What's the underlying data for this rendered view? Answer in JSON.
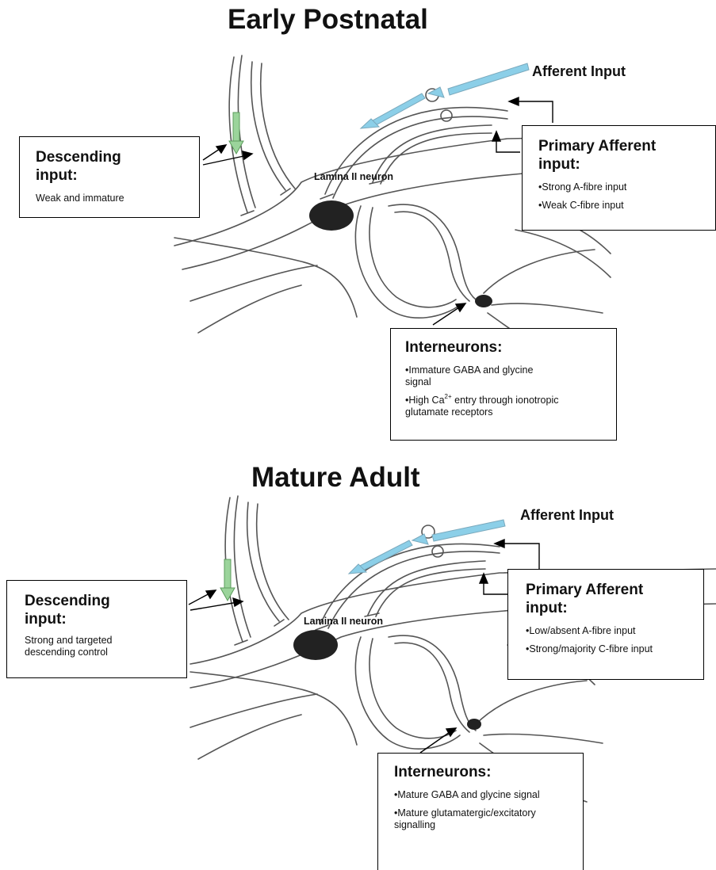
{
  "panels": [
    {
      "title": "Early Postnatal",
      "afferent_label": "Afferent Input",
      "neuron_label": "Lamina II neuron",
      "descending": {
        "heading": "Descending input:",
        "text": "Weak and immature"
      },
      "primary_afferent": {
        "heading": "Primary Afferent input:",
        "bullets": [
          "•Strong A-fibre input",
          "•Weak C-fibre input"
        ]
      },
      "interneurons": {
        "heading": "Interneurons:",
        "bullet1": "•Immature GABA and glycine signal",
        "bullet2_pre": "•High Ca",
        "bullet2_sup": "2+",
        "bullet2_post": " entry through ionotropic glutamate receptors"
      }
    },
    {
      "title": "Mature Adult",
      "afferent_label": "Afferent Input",
      "neuron_label": "Lamina II neuron",
      "descending": {
        "heading": "Descending input:",
        "text": "Strong and targeted descending control"
      },
      "primary_afferent": {
        "heading": "Primary Afferent input:",
        "bullets": [
          "•Low/absent A-fibre input",
          "•Strong/majority C-fibre input"
        ]
      },
      "interneurons": {
        "heading": "Interneurons:",
        "bullet1": "•Mature GABA and glycine signal",
        "bullet2_pre": "•Mature glutamatergic/excitatory signalling",
        "bullet2_sup": "",
        "bullet2_post": ""
      }
    }
  ],
  "colors": {
    "blue_arrow": "#8ccfe8",
    "green_arrow": "#9bd49b",
    "line": "#555555"
  }
}
